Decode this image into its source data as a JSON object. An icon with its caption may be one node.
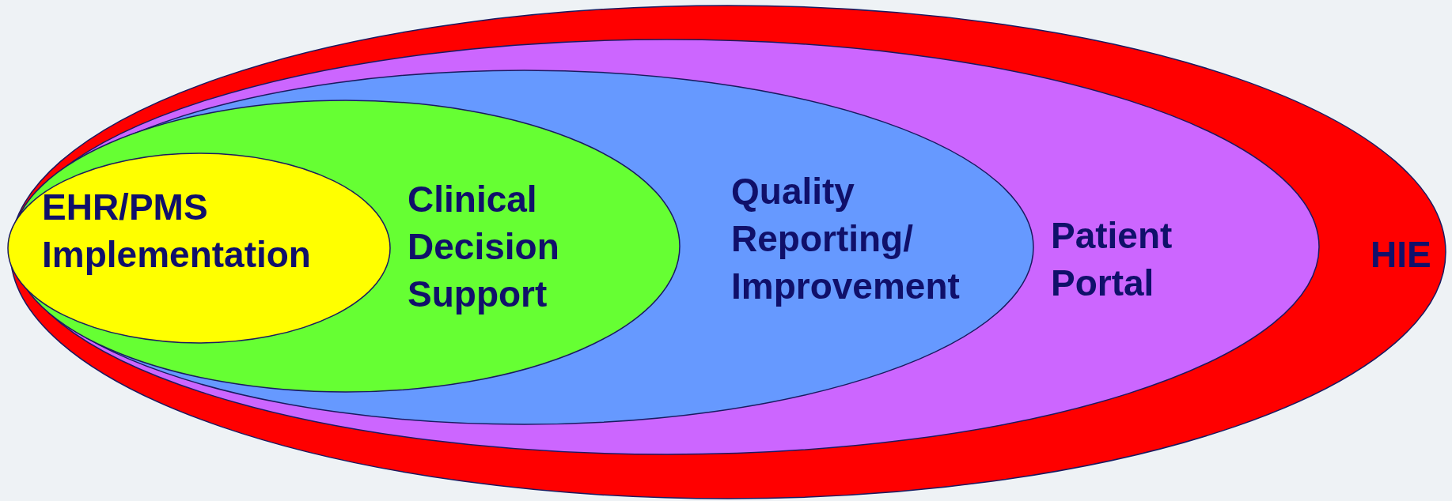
{
  "diagram": {
    "nodes": [
      {
        "text": [
          "HIE"
        ]
      },
      {
        "text": [
          "Patient Portal"
        ],
        "in": 0
      },
      {
        "text": [
          "Quality Reporting/ Improvement"
        ],
        "in": 1
      },
      {
        "text": [
          "Clinical Decision Support"
        ],
        "in": 2
      },
      {
        "text": [
          "EHR/PMS Implementation"
        ],
        "in": 3
      }
    ]
  }
}
